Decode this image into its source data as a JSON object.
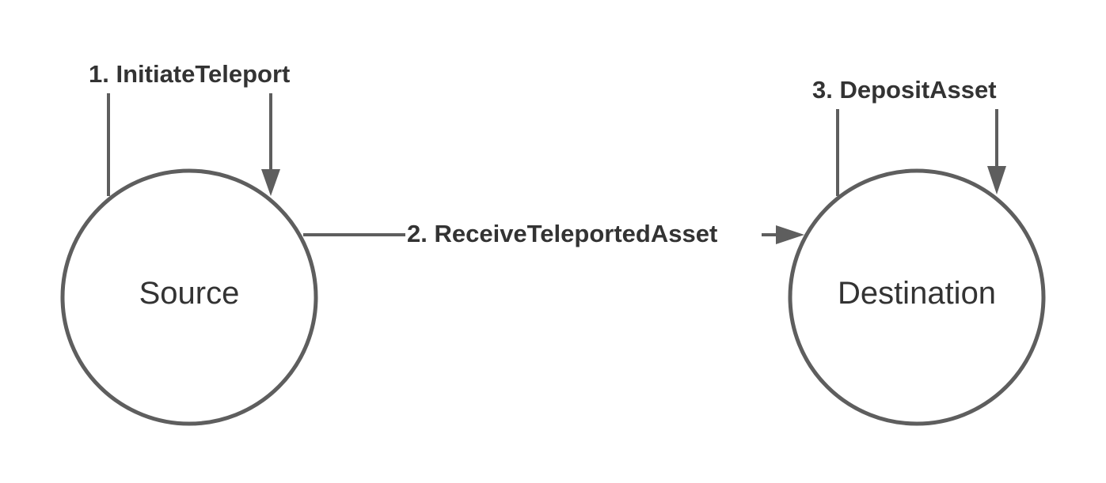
{
  "nodes": {
    "source": {
      "label": "Source"
    },
    "destination": {
      "label": "Destination"
    }
  },
  "edges": {
    "initiate": {
      "label": "1. InitiateTeleport",
      "from": "source",
      "to": "source"
    },
    "receive": {
      "label": "2. ReceiveTeleportedAsset",
      "from": "source",
      "to": "destination"
    },
    "deposit": {
      "label": "3. DepositAsset",
      "from": "destination",
      "to": "destination"
    }
  },
  "colors": {
    "stroke": "#5e5e5e",
    "text": "#333333",
    "background": "#ffffff"
  }
}
